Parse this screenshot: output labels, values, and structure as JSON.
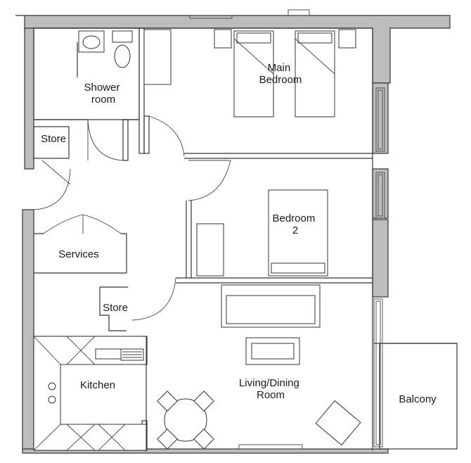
{
  "rooms": {
    "shower_room": [
      "Shower",
      "room"
    ],
    "main_bedroom": [
      "Main",
      "Bedroom"
    ],
    "store_upper": "Store",
    "services": "Services",
    "bedroom_2": [
      "Bedroom",
      "2"
    ],
    "store_lower": "Store",
    "kitchen": "Kitchen",
    "living_dining": [
      "Living/Dining",
      "Room"
    ],
    "balcony": "Balcony"
  },
  "colors": {
    "wall_fill": "#bdbdbd",
    "line": "#333333",
    "background": "#ffffff"
  }
}
